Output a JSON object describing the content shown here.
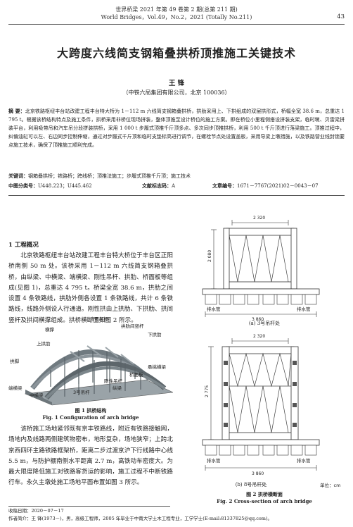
{
  "header": {
    "line1": "世界桥梁  2021 年第 49 卷第 2 期(总第 211 期)",
    "line2": "World Bridges，Vol.49，No.2，2021 (Totally No.211)",
    "page_number": "43"
  },
  "title": "大跨度六线简支钢箱叠拱桥顶推施工关键技术",
  "author": "王  锋",
  "affiliation": "（中铁六局集团有限公司，北京 100036）",
  "abstract": {
    "label": "摘  要：",
    "text": "北京铁路枢纽丰台站改建工程丰台特大桥为 1－112 m 六线简支钢箱叠拱桥，拱肋采用上、下拱组成的双层拱形式，桥幅全宽 38.6 m，总重达 1 795 t。根据该桥结构特点及施工条件，拱桥采用非桥位现场拼装，整体顶推至设计桥位的施工方案。即在桥位小里程侧搭设拼装支架，临时墩、贝雷梁拼装平台，利用吸带吊和汽车吊分段拼装拱桥，采用 1 000 t 步履式顶推千斤顶多点、多次同步顶推拱桥，利用 500 t 千斤顶进行落梁施工。顶推过程中，纠偏油缸可以左、右边同步控制伸缩，通过对步履式千斤顶和临时支垫标高进行调节，在螺栓节点处设置盖板，采用导梁上墩措施，以及铁路营业线封锁要点施工技术，确保了顶推施工顺利完成。"
  },
  "keywords": {
    "label": "关键词：",
    "text": "钢箱叠拱桥；铁路桥；跨线桥；顶推法施工；步履式顶推千斤顶；施工技术"
  },
  "classification": {
    "clc_label": "中图分类号：",
    "clc": "U448.223；U445.462",
    "doc_label": "文献标志码：",
    "doc": "A",
    "id_label": "文章编号：",
    "id": "1671－7767(2021)02－0043－07"
  },
  "section1": {
    "heading": "1  工程概况",
    "para1": "北京铁路枢纽丰台站改建工程丰台特大桥位于丰台区正阳桥南侧 50 m 处。该桥采用 1－112 m 六线简支钢箱叠拱桥，由纵梁、中横梁、端横梁、刚性吊杆、拱肋、桥面板等组成(见图 1)，总重达 4 795 t。桥梁全宽 38.6 m，拱肋之间设置 4 条铁路线，拱肋外侧各设置 1 条铁路线，共计 6 条铁路线，线路外侧设人行通道。刚性拱由上拱肋、下拱肋、拱间竖杆及拱间横撑组成。拱桥横断面如图 2 所示。",
    "para2": "该桥施工场地紧邻既有京丰铁路线，附近有铁路接触网，场地内及线路两侧建筑物密布，地形复杂，场地狭窄；上跨北京西四环主路铁路框架桥，距离二步过渡京沪下行线路中心线 5.5 m，与防护棚南侧水平距离 2.7 m，高铁动车密度大。为最大限度降低施工对铁路客货运的影响，施工过程不中断铁路行车。永久主墩处施工场地平面布置如图 3 所示。"
  },
  "figure1": {
    "labels": {
      "rib_hanger_8": "8号吊杆",
      "inter_rib_post": "拱肋间竖杆",
      "cross_brace": "横撑",
      "lower_arch": "下拱肋",
      "upper_arch": "上拱肋",
      "arch_foot": "拱脚",
      "deck_plate": "桥面板",
      "mid_cross_beam": "悬挑横梁",
      "rigid_hanger": "刚性吊杆",
      "longitudinal": "纵梁",
      "end_cross_beam": "端横梁",
      "mid_beam": "中横梁",
      "hanger_3": "3号吊杆"
    },
    "caption_cn": "图 1  拱桥结构",
    "caption_en": "Fig. 1   Configuration of arch bridge"
  },
  "figure2": {
    "sub_a": {
      "top_width": "2 320",
      "height": "2 080",
      "bottom_width": "3 860",
      "drain_left": "排水管",
      "drain_right": "排水管",
      "caption": "(a) 3号吊杆处"
    },
    "sub_b": {
      "top_width": "2 320",
      "height": "2 775",
      "bottom_width": "3 860",
      "drain_left": "排水管",
      "drain_right": "排水管",
      "caption": "(b) 8号吊杆处",
      "unit": "单位：cm"
    },
    "caption_cn": "图 2   拱桥横断面",
    "caption_en": "Fig. 2   Cross-section of arch bridge"
  },
  "footnotes": {
    "received": "收稿日期：2020－07－17",
    "author_info": "作者简介：王  锋(1973－)，男，高级工程师，2005 年毕业于中南大学土木工程专业，工学学士(E-mail:81337825@qq.com)。"
  }
}
